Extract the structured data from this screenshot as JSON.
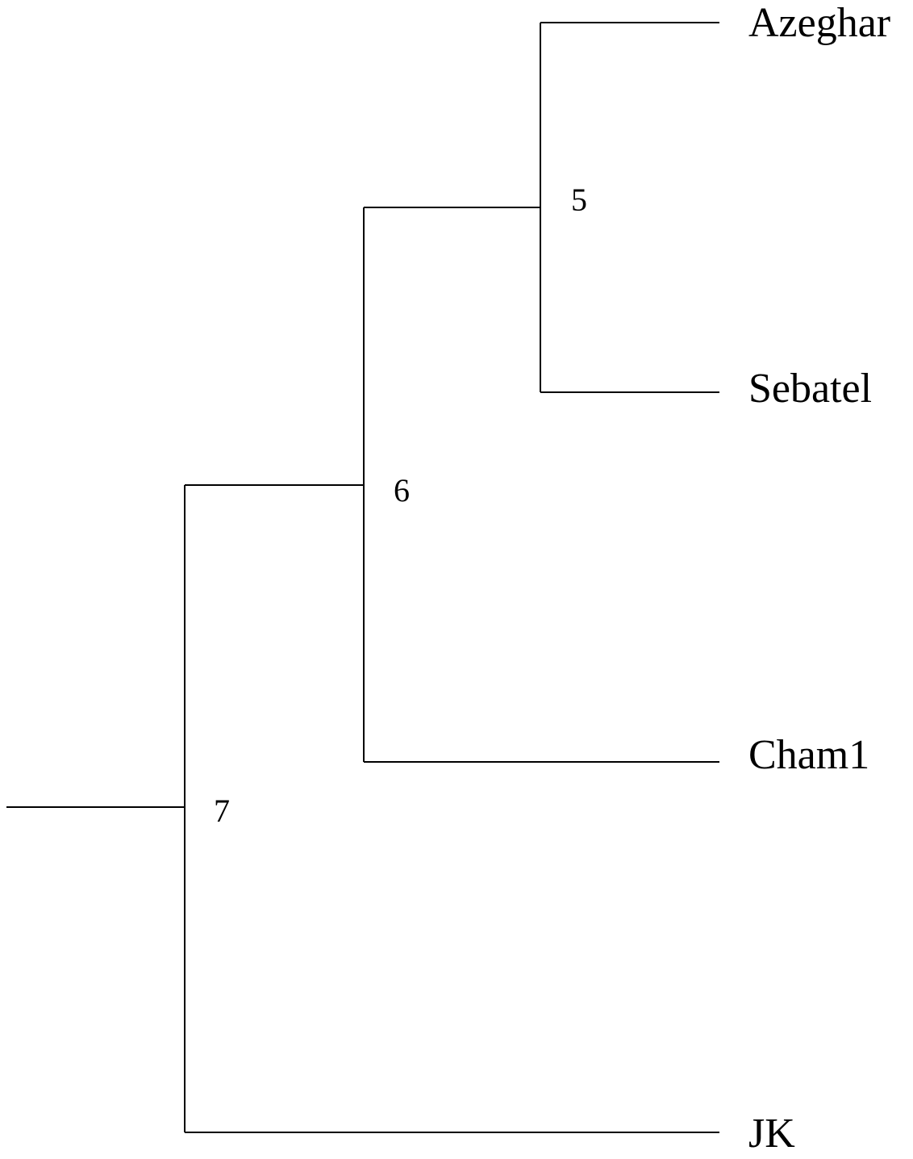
{
  "tree": {
    "leaves": [
      {
        "id": "azeghar",
        "label": "Azeghar"
      },
      {
        "id": "sebatel",
        "label": "Sebatel"
      },
      {
        "id": "cham1",
        "label": "Cham1"
      },
      {
        "id": "jk",
        "label": "JK"
      }
    ],
    "nodes": [
      {
        "id": "node5",
        "label": "5",
        "children": [
          "azeghar",
          "sebatel"
        ]
      },
      {
        "id": "node6",
        "label": "6",
        "children": [
          "node5",
          "cham1"
        ]
      },
      {
        "id": "node7",
        "label": "7",
        "children": [
          "node6",
          "jk"
        ]
      }
    ],
    "root": "node7",
    "line_color": "#000000"
  }
}
